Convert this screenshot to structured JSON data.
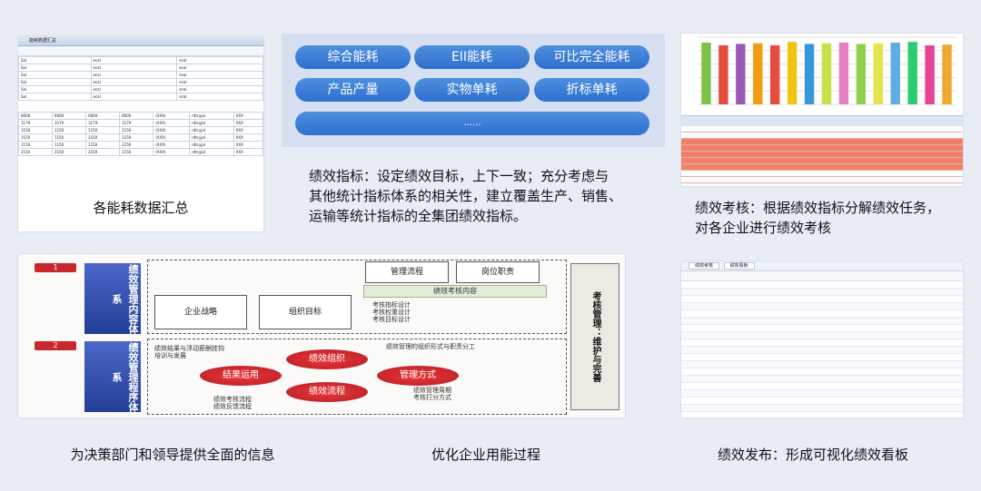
{
  "panel1": {
    "window_title": "能耗数据汇总",
    "caption": "各能耗数据汇总",
    "top_rows": [
      [
        "Sal",
        "ecal",
        "ecal"
      ],
      [
        "Sal",
        "ecal",
        "ecal"
      ],
      [
        "Sal",
        "ecal",
        "ecal"
      ],
      [
        "Sal",
        "ecal",
        "ecal"
      ],
      [
        "Sal",
        "ecal",
        "ecal"
      ],
      [
        "Sal",
        "ecal",
        "ecal"
      ]
    ],
    "bottom_rows": [
      [
        "6000",
        "6000",
        "6000",
        "6000",
        "(XXX)",
        "rdtcyjal",
        "XXX"
      ],
      [
        "3179",
        "3179",
        "3179",
        "3179",
        "(XXX)",
        "rdtcyjal",
        "XXX"
      ],
      [
        "1150",
        "1150",
        "1150",
        "1150",
        "(XXX)",
        "rdtcyjal",
        "XXX"
      ],
      [
        "1150",
        "1150",
        "1150",
        "1150",
        "(XXX)",
        "rdtcyjal",
        "XXX"
      ],
      [
        "1150",
        "1150",
        "1150",
        "1150",
        "(XXX)",
        "rdtcyjal",
        "XXX"
      ],
      [
        "2150",
        "2150",
        "2150",
        "2150",
        "(XXX)",
        "rdtcyjal",
        "XXX"
      ]
    ]
  },
  "panel2": {
    "buttons": [
      "综合能耗",
      "EII能耗",
      "可比完全能耗",
      "产品产量",
      "实物单耗",
      "折标单耗"
    ],
    "more_label": "......",
    "caption_lines": [
      "绩效指标：设定绩效目标，上下一致；充分考虑与",
      "其他统计指标体系的相关性，建立覆盖生产、销售、",
      "运输等统计指标的全集团绩效指标。"
    ]
  },
  "panel3": {
    "chart_data": {
      "type": "bar",
      "categories": [
        "",
        "",
        "",
        "",
        "",
        "",
        "",
        "",
        "",
        "",
        "",
        "",
        "",
        "",
        ""
      ],
      "values": [
        92,
        88,
        90,
        91,
        88,
        93,
        90,
        91,
        92,
        90,
        91,
        92,
        93,
        88,
        89
      ],
      "colors": [
        "#7cc24a",
        "#e84c3d",
        "#9b59b6",
        "#f39c12",
        "#e74c3c",
        "#f1c40f",
        "#3498db",
        "#c9e04a",
        "#e67fc0",
        "#8fd14f",
        "#e4e44a",
        "#5dade2",
        "#2ecc71",
        "#e84393",
        "#f0a830"
      ],
      "ylim": [
        0,
        100
      ]
    },
    "caption_lines": [
      "绩效考核：根据绩效指标分解绩效任务，",
      "对各企业进行绩效考核"
    ]
  },
  "panel4": {
    "badges": [
      "1",
      "2"
    ],
    "section1_title": "绩效管理内容体系",
    "section2_title": "绩效管理程序体系",
    "box_left": "企业战略",
    "box_mid": "组织目标",
    "top_box_left": "管理流程",
    "top_box_right": "岗位职责",
    "green_header": "绩效考核内容",
    "green_items": [
      "考核指标设计",
      "考核权重设计",
      "考核目标设计"
    ],
    "ellipses": [
      "绩效组织",
      "结果运用",
      "管理方式",
      "绩效流程"
    ],
    "bullets_left": [
      "绩效结果与浮动薪酬挂钩",
      "培训与发展"
    ],
    "bullets_right_top": [
      "绩效管理的组织形式与职责分工"
    ],
    "bullets_right_bottom": [
      "绩效管理周期",
      "考核打分方式"
    ],
    "bullets_bottom_left": [
      "绩效考核流程",
      "绩效反馈流程"
    ],
    "sidebar": "考核管理：维护与完善",
    "caption": "优化企业用能过程"
  },
  "panel5": {
    "tabs": [
      "绩效考核",
      "绩效看板"
    ],
    "caption": "绩效发布：形成可视化绩效看板"
  },
  "bottom_left_caption": "为决策部门和领导提供全面的信息"
}
